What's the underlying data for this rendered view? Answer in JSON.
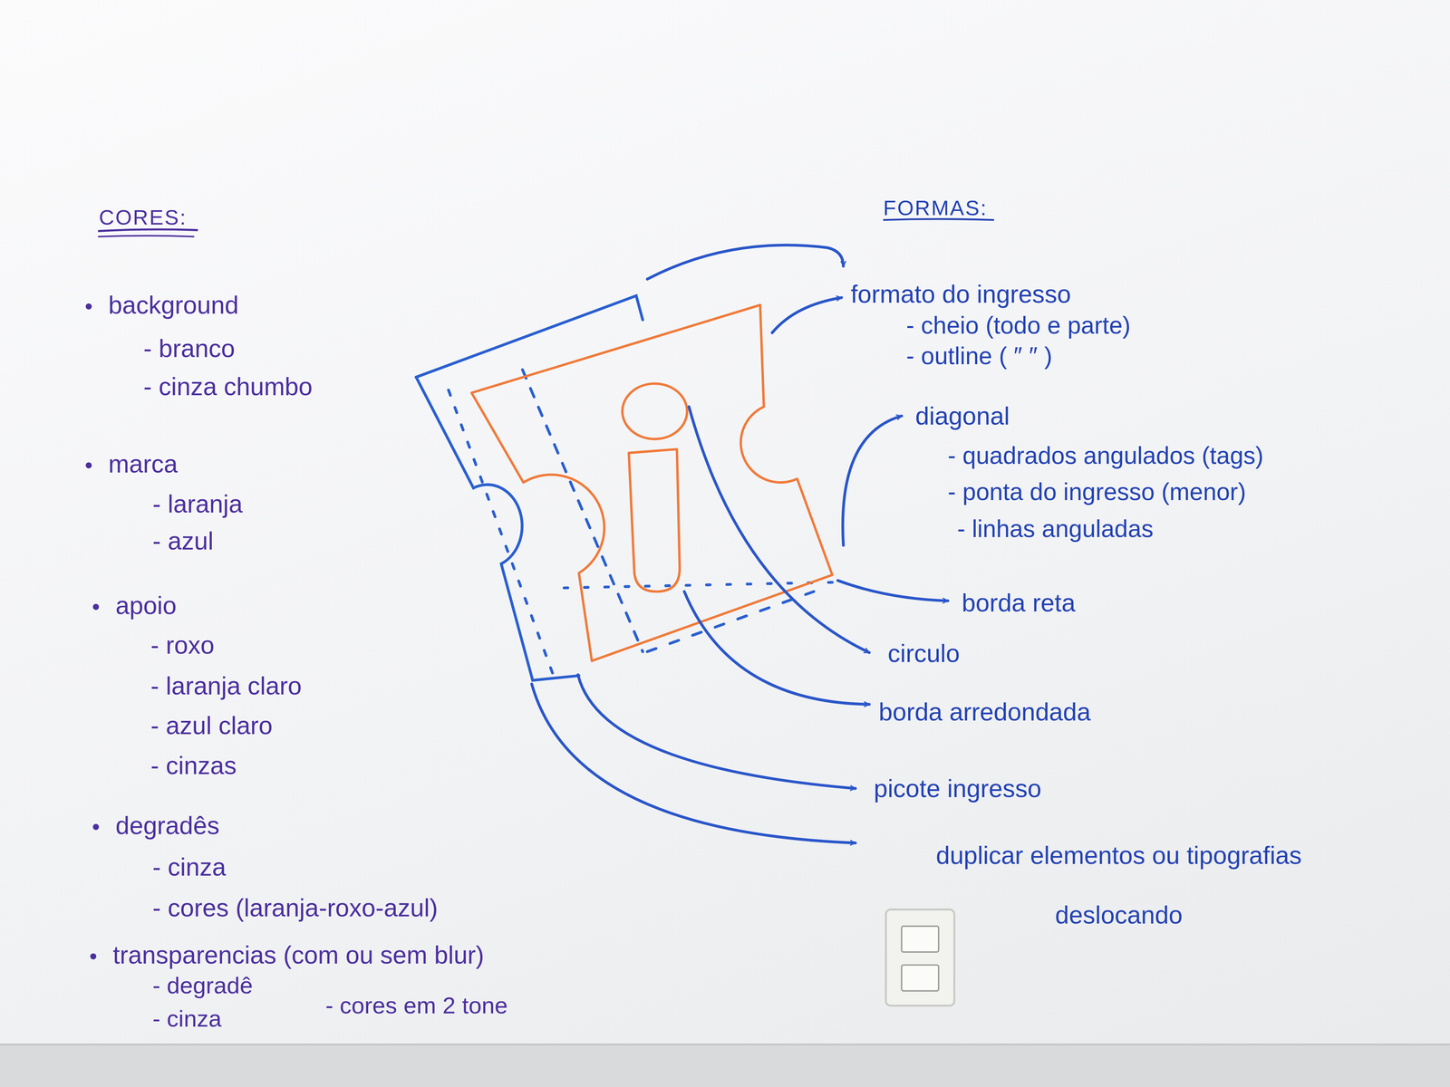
{
  "diagram": {
    "labels": [
      "CORES:",
      "background",
      "- branco",
      "- cinza chumbo",
      "marca",
      "- laranja",
      "- azul",
      "apoio",
      "- roxo",
      "- laranja claro",
      "- azul claro",
      "- cinzas",
      "degradês",
      "- cinza",
      "- cores (laranja-roxo-azul)",
      "transparencias (com ou sem blur)",
      "- degradê",
      "- cinza",
      "- cores em 2 tone",
      "FORMAS:",
      "formato do ingresso",
      "- cheio (todo e parte)",
      "- outline ( ″ ″ )",
      "diagonal",
      "- quadrados angulados (tags)",
      "- ponta do ingresso (menor)",
      "- linhas anguladas",
      "borda reta",
      "circulo",
      "borda arredondada",
      "picote ingresso",
      "duplicar elementos ou tipografias deslocando"
    ]
  }
}
